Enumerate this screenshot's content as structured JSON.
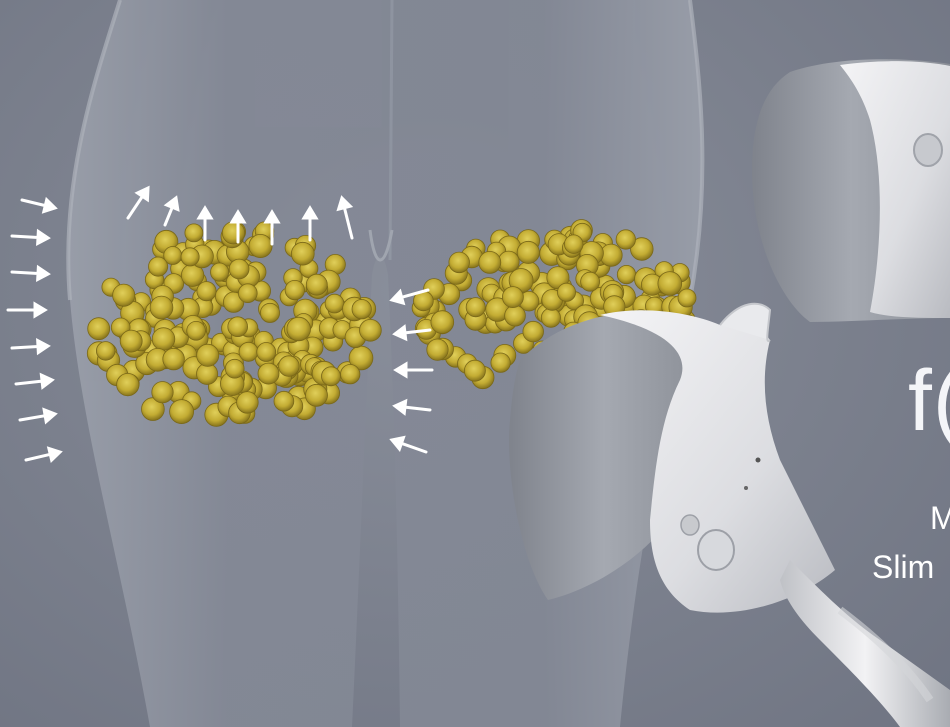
{
  "scene": {
    "subject": "",
    "palette": {
      "background": "#7d8290",
      "body": "#8b909c",
      "fat": "#c9b43a",
      "fat_dark": "#8e7a1e",
      "device": "#e6e7ea",
      "device_cup": "#9a9ea6",
      "arrow": "#ffffff"
    }
  },
  "captions": {
    "big": "f(",
    "line1": "M",
    "line2": "Slim"
  }
}
